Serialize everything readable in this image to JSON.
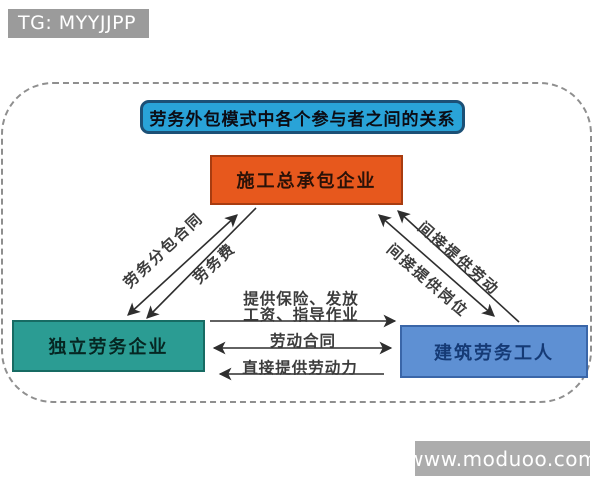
{
  "page": {
    "tg_banner": "TG: MYYJJPP",
    "watermark": "www.moduoo.com"
  },
  "diagram": {
    "title": "劳务外包模式中各个参与者之间的关系",
    "nodes": {
      "contractor": {
        "label": "施工总承包企业",
        "color": "#e7581d"
      },
      "labor_company": {
        "label": "独立劳务企业",
        "color": "#2b9c93"
      },
      "workers": {
        "label": "建筑劳务工人",
        "color": "#5e90d3"
      }
    },
    "edges": {
      "labor_subcontract": {
        "label": "劳务分包合同",
        "between": [
          "contractor",
          "labor_company"
        ],
        "direction": "both"
      },
      "labor_fee": {
        "label": "劳务费",
        "from": "contractor",
        "to": "labor_company",
        "direction": "one-way"
      },
      "indirect_labor": {
        "label": "间接提供劳动",
        "from": "workers",
        "to": "contractor",
        "direction": "one-way"
      },
      "indirect_positions": {
        "label": "间接提供岗位",
        "between": [
          "contractor",
          "workers"
        ],
        "direction": "both"
      },
      "insurance_wages": {
        "label_line1": "提供保险、发放",
        "label_line2": "工资、指导作业",
        "from": "labor_company",
        "to": "workers",
        "direction": "one-way"
      },
      "labor_contract": {
        "label": "劳动合同",
        "between": [
          "labor_company",
          "workers"
        ],
        "direction": "both"
      },
      "direct_labor": {
        "label": "直接提供劳动力",
        "from": "workers",
        "to": "labor_company",
        "direction": "one-way"
      }
    },
    "colors": {
      "title_fill": "#29a3d8",
      "title_border": "#1c5076",
      "contractor_fill": "#e7581d",
      "labor_company_fill": "#2b9c93",
      "workers_fill": "#5e90d3",
      "banner_gray": "#9b9b9b",
      "watermark_gray": "#acacac",
      "line_color": "#2e2e2e",
      "frame_dash_color": "#8f8f8f"
    }
  }
}
